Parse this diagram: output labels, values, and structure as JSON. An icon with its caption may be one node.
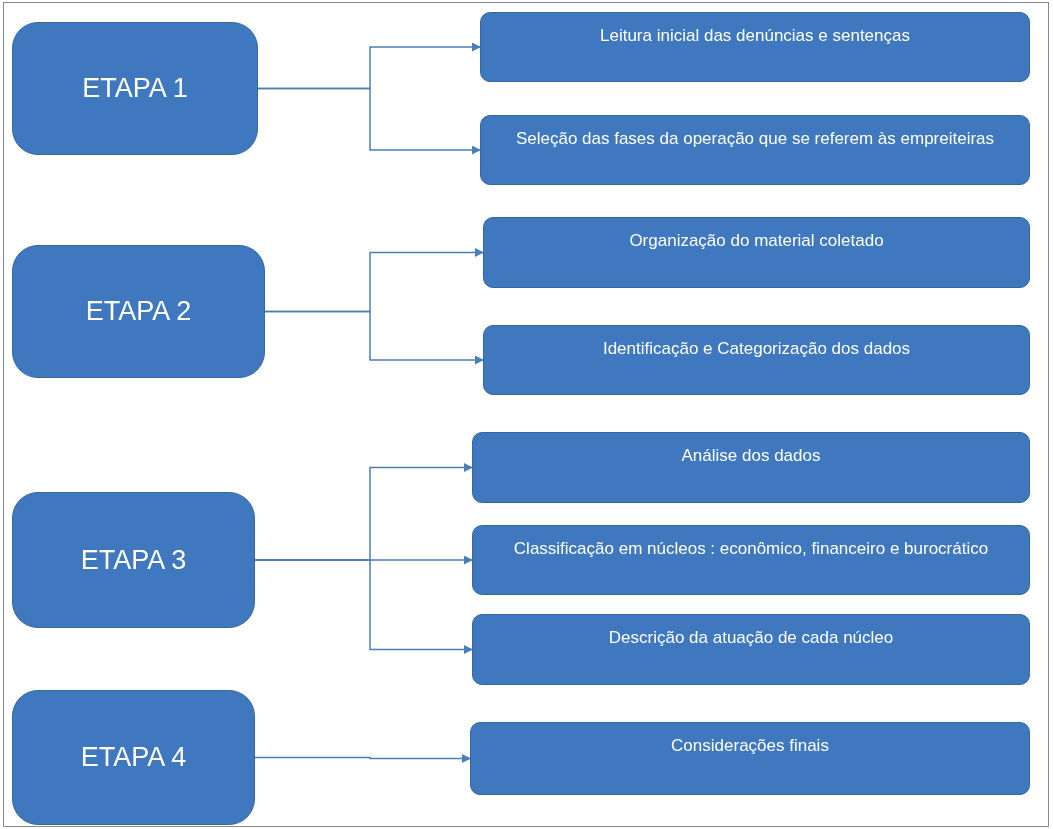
{
  "diagram": {
    "nodes": [
      {
        "text": [
          "ETAPA 1"
        ]
      },
      {
        "text": [
          "Leitura inicial das denúncias e sentenças"
        ]
      },
      {
        "text": [
          "Seleção das  fases da operação que  se referem às empreiteiras"
        ]
      },
      {
        "text": [
          "ETAPA 2"
        ]
      },
      {
        "text": [
          "Organização do material coletado"
        ]
      },
      {
        "text": [
          "Identificação e Categorização dos dados"
        ]
      },
      {
        "text": [
          "ETAPA 3"
        ]
      },
      {
        "text": [
          "Análise dos dados"
        ]
      },
      {
        "text": [
          "Classificação em núcleos : econômico, financeiro e burocrático"
        ]
      },
      {
        "text": [
          "Descrição da atuação de cada núcleo"
        ]
      },
      {
        "text": [
          "ETAPA 4"
        ]
      },
      {
        "text": [
          "Considerações  finais"
        ]
      }
    ],
    "edges": [
      {
        "from": 0,
        "to": 1,
        "arrow": "to"
      },
      {
        "from": 0,
        "to": 2,
        "arrow": "to"
      },
      {
        "from": 3,
        "to": 4,
        "arrow": "to"
      },
      {
        "from": 3,
        "to": 5,
        "arrow": "to"
      },
      {
        "from": 6,
        "to": 7,
        "arrow": "to"
      },
      {
        "from": 6,
        "to": 8,
        "arrow": "to"
      },
      {
        "from": 6,
        "to": 9,
        "arrow": "to"
      },
      {
        "from": 10,
        "to": 11,
        "arrow": "to"
      }
    ]
  }
}
